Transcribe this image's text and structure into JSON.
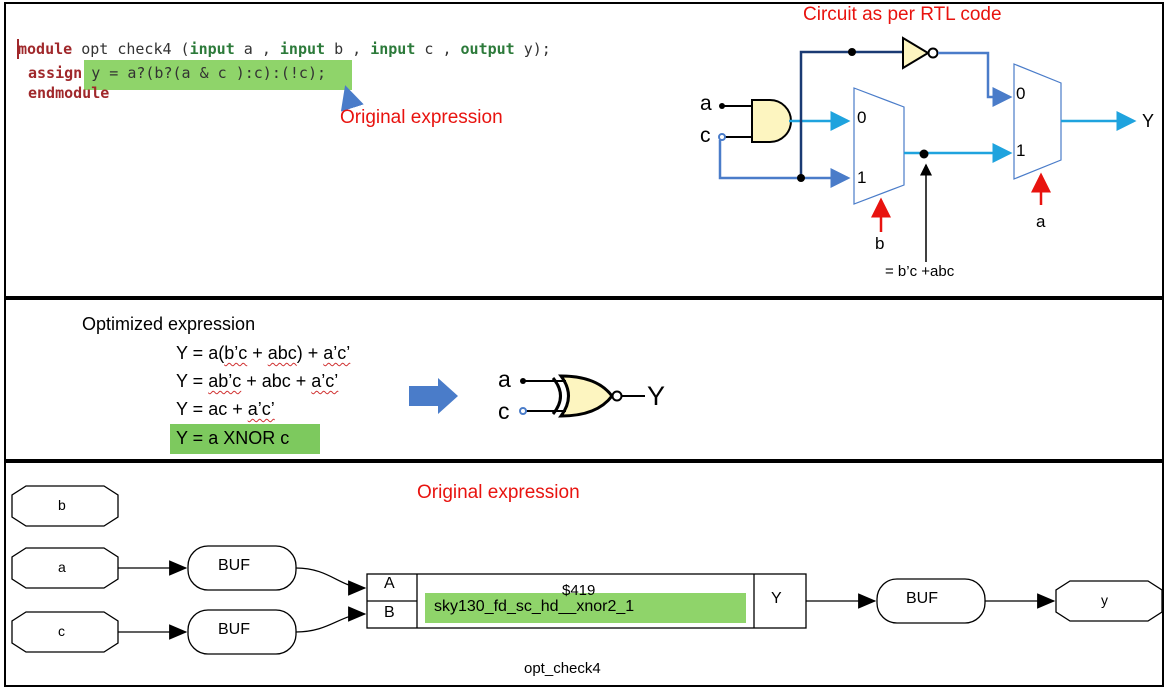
{
  "panel1": {
    "code": {
      "line1": {
        "kw_module": "module",
        "name": " opt check4 (",
        "kw_input_a": "input",
        "a": " a , ",
        "kw_input_b": "input",
        "b": " b , ",
        "kw_input_c": "input",
        "c": " c , ",
        "kw_output": "output",
        "y": " y);"
      },
      "line2": {
        "kw_assign": "assign",
        "expr": " y = a?(b?(a & c ):c):(!c);"
      },
      "line3": {
        "kw_endmodule": "endmodule"
      }
    },
    "annotation_original": "Original expression",
    "title_circuit": "Circuit as per RTL code",
    "labels": {
      "a": "a",
      "c": "c",
      "mux1_0": "0",
      "mux1_1": "1",
      "mux2_0": "0",
      "mux2_1": "1",
      "out": "Y",
      "sel_b": "b",
      "sel_a": "a",
      "node_expr": "= b’c +abc"
    }
  },
  "panel2": {
    "title": "Optimized expression",
    "lines": [
      {
        "pre": "Y =  a(",
        "sq1": "b’c",
        "mid": " + ",
        "sq2": "abc",
        ")post": "",
        "post": ") + ",
        "sq3": "a’c’",
        "end": ""
      },
      {
        "pre": "Y =  ",
        "sq1": "ab’c",
        "mid": "  + abc + ",
        "sq2": "",
        "post": "",
        "sq3": "a’c’",
        "end": ""
      },
      {
        "pre": "Y =  ac + ",
        "sq1": "a’c’",
        "mid": "",
        "sq2": "",
        "post": "",
        "sq3": "",
        "end": ""
      }
    ],
    "final": "Y =   a XNOR c",
    "gate_labels": {
      "a": "a",
      "c": "c",
      "out": "Y"
    },
    "colors": {
      "highlight": "#7dc95e",
      "arrow": "#4a7cc9",
      "gate_fill": "#fdf5c0"
    }
  },
  "panel3": {
    "title": "Original expression",
    "ports": {
      "b": "b",
      "a": "a",
      "c": "c",
      "y": "y"
    },
    "buf_label": "BUF",
    "cell": {
      "pin_a": "A",
      "pin_b": "B",
      "id": "$419",
      "name": "sky130_fd_sc_hd__xnor2_1",
      "pin_y": "Y"
    },
    "module_name": "opt_check4"
  }
}
